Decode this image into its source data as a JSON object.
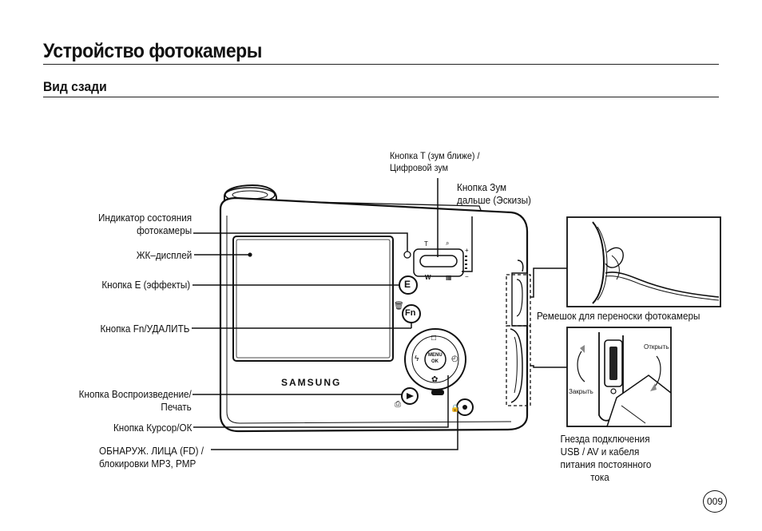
{
  "header": {
    "title": "Устройство фотокамеры",
    "subtitle": "Вид сзади"
  },
  "callouts": {
    "status_indicator": [
      "Индикатор состояния",
      "фотокамеры"
    ],
    "lcd": "ЖК–дисплей",
    "e_button": "Кнопка E (эффекты)",
    "fn_button": "Кнопка Fn/УДАЛИТЬ",
    "play_button": [
      "Кнопка Воспроизведение/",
      "Печать"
    ],
    "cursor_button": "Кнопка Курсор/ОК",
    "fd_button": [
      "ОБНАРУЖ. ЛИЦА (FD) /",
      "блокировки MP3, PMP"
    ],
    "zoom_t": [
      "Кнопка T (зум ближе) /",
      "Цифровой зум"
    ],
    "zoom_w": [
      "Кнопка Зум",
      "дальше (Эскизы)"
    ],
    "strap": "Ремешок для переноски фотокамеры",
    "ports": [
      "Гнезда подключения",
      "USB / AV и кабеля",
      "питания постоянного",
      "тока"
    ]
  },
  "inset_ports": {
    "open_label": "Открыть",
    "close_label": "Закрыть"
  },
  "camera": {
    "brand": "SAMSUNG",
    "zoom_t_glyph": "T",
    "zoom_w_glyph": "W",
    "e_glyph": "E",
    "fn_glyph": "Fn",
    "menu_label": "MENU",
    "ok_label": "OK"
  },
  "page": {
    "number": "009"
  }
}
